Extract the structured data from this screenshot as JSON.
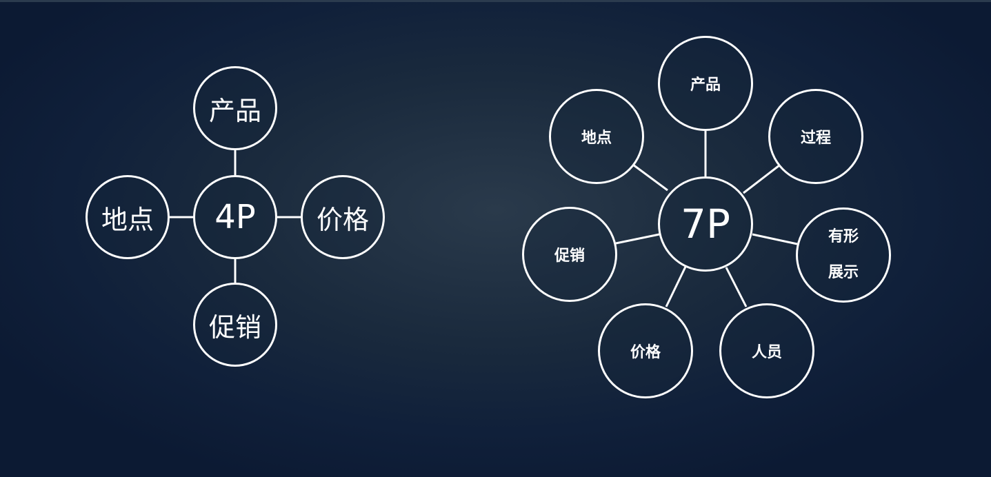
{
  "diagram_4p": {
    "center": "4P",
    "top": "产品",
    "left": "地点",
    "right": "价格",
    "bottom": "促销"
  },
  "diagram_7p": {
    "center": "7P",
    "product": "产品",
    "place": "地点",
    "process": "过程",
    "promotion": "促销",
    "physical_evidence_line1": "有形",
    "physical_evidence_line2": "展示",
    "price": "价格",
    "people": "人员"
  },
  "colors": {
    "line": "#ffffff",
    "text": "#ffffff",
    "background": "#1a2a3d"
  }
}
